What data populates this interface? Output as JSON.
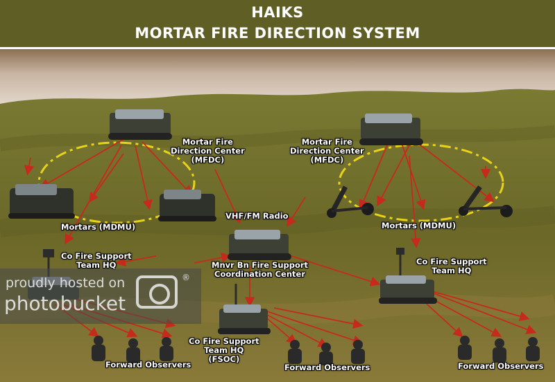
{
  "header": {
    "line1": "HAIKS",
    "line2": "MORTAR FIRE DIRECTION SYSTEM"
  },
  "labels": {
    "mfdc_left": [
      "Mortar Fire",
      "Direction Center",
      "(MFDC)"
    ],
    "mfdc_right": [
      "Mortar Fire",
      "Direction Center",
      "(MFDC)"
    ],
    "mortars_left": "Mortars (MDMU)",
    "mortars_right": "Mortars (MDMU)",
    "vhf_radio": "VHF/FM Radio",
    "co_hq_left": [
      "Co Fire Support",
      "Team HQ"
    ],
    "co_hq_right": [
      "Co Fire Support",
      "Team HQ"
    ],
    "mnvr_center": [
      "Mnvr Bn Fire Support",
      "Coordination Center"
    ],
    "co_hq_fsoc": [
      "Co Fire Support",
      "Team HQ",
      "(FSOC)"
    ],
    "fo_left": "Forward Observers",
    "fo_middle": "Forward Observers",
    "fo_right": "Forward Observers"
  },
  "watermark": {
    "line1": "proudly hosted on",
    "line2": "photobucket",
    "mark": "®"
  },
  "colors": {
    "ring": "#e8d21a",
    "arrow": "#c62a1c",
    "terrain": "#6d6a27",
    "sky": "#e6ddd3"
  }
}
